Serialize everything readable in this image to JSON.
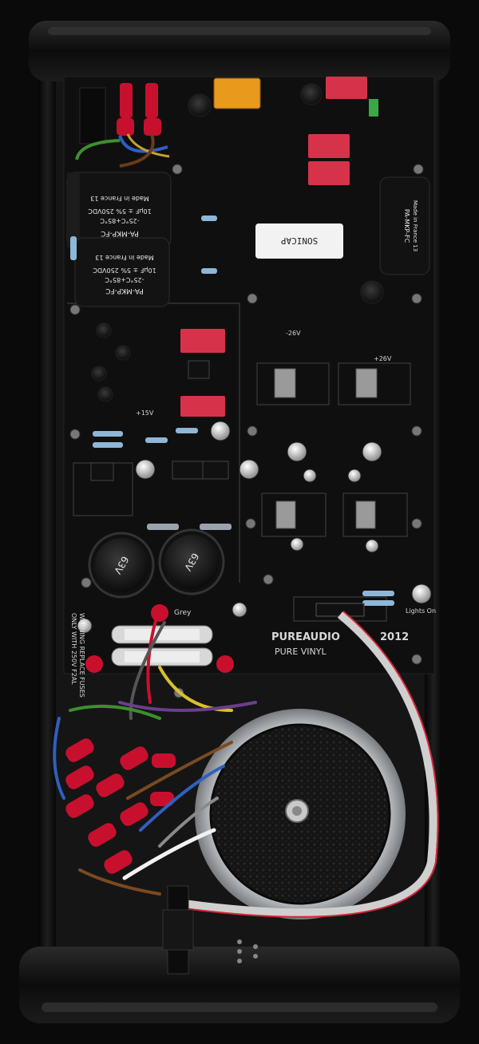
{
  "board": {
    "brand_line": "PUREAUDIO",
    "year": "2012",
    "product": "PURE VINYL",
    "warning_line1": "WARNING REPLACE FUSES",
    "warning_line2": "ONLY WITH 250V F2AL",
    "fuse_wire_label": "Grey",
    "lights_label": "Lights On",
    "neg_rail": "-26V",
    "pos_rail": "+26V",
    "pos15": "+15V"
  },
  "capacitors": {
    "big_cap_brand": "PA-MKP-FC",
    "big_cap_rating": "10µF ± 5% 250VDC",
    "big_cap_temp": "-25°C+85°C",
    "big_cap_origin": "Made in France 13",
    "sonicap_label": "SONICAP",
    "elec_cap_label": "63V"
  },
  "colors": {
    "chassis": "#141414",
    "pcb": "#0d0d0d",
    "red_terminal": "#c8102e",
    "wima_red": "#d6334a",
    "relay_orange": "#e89a1c",
    "toroid_silver": "#b9bcc0",
    "ribbon": "#cfcfcf",
    "ribbon_stripe": "#d2263a"
  }
}
